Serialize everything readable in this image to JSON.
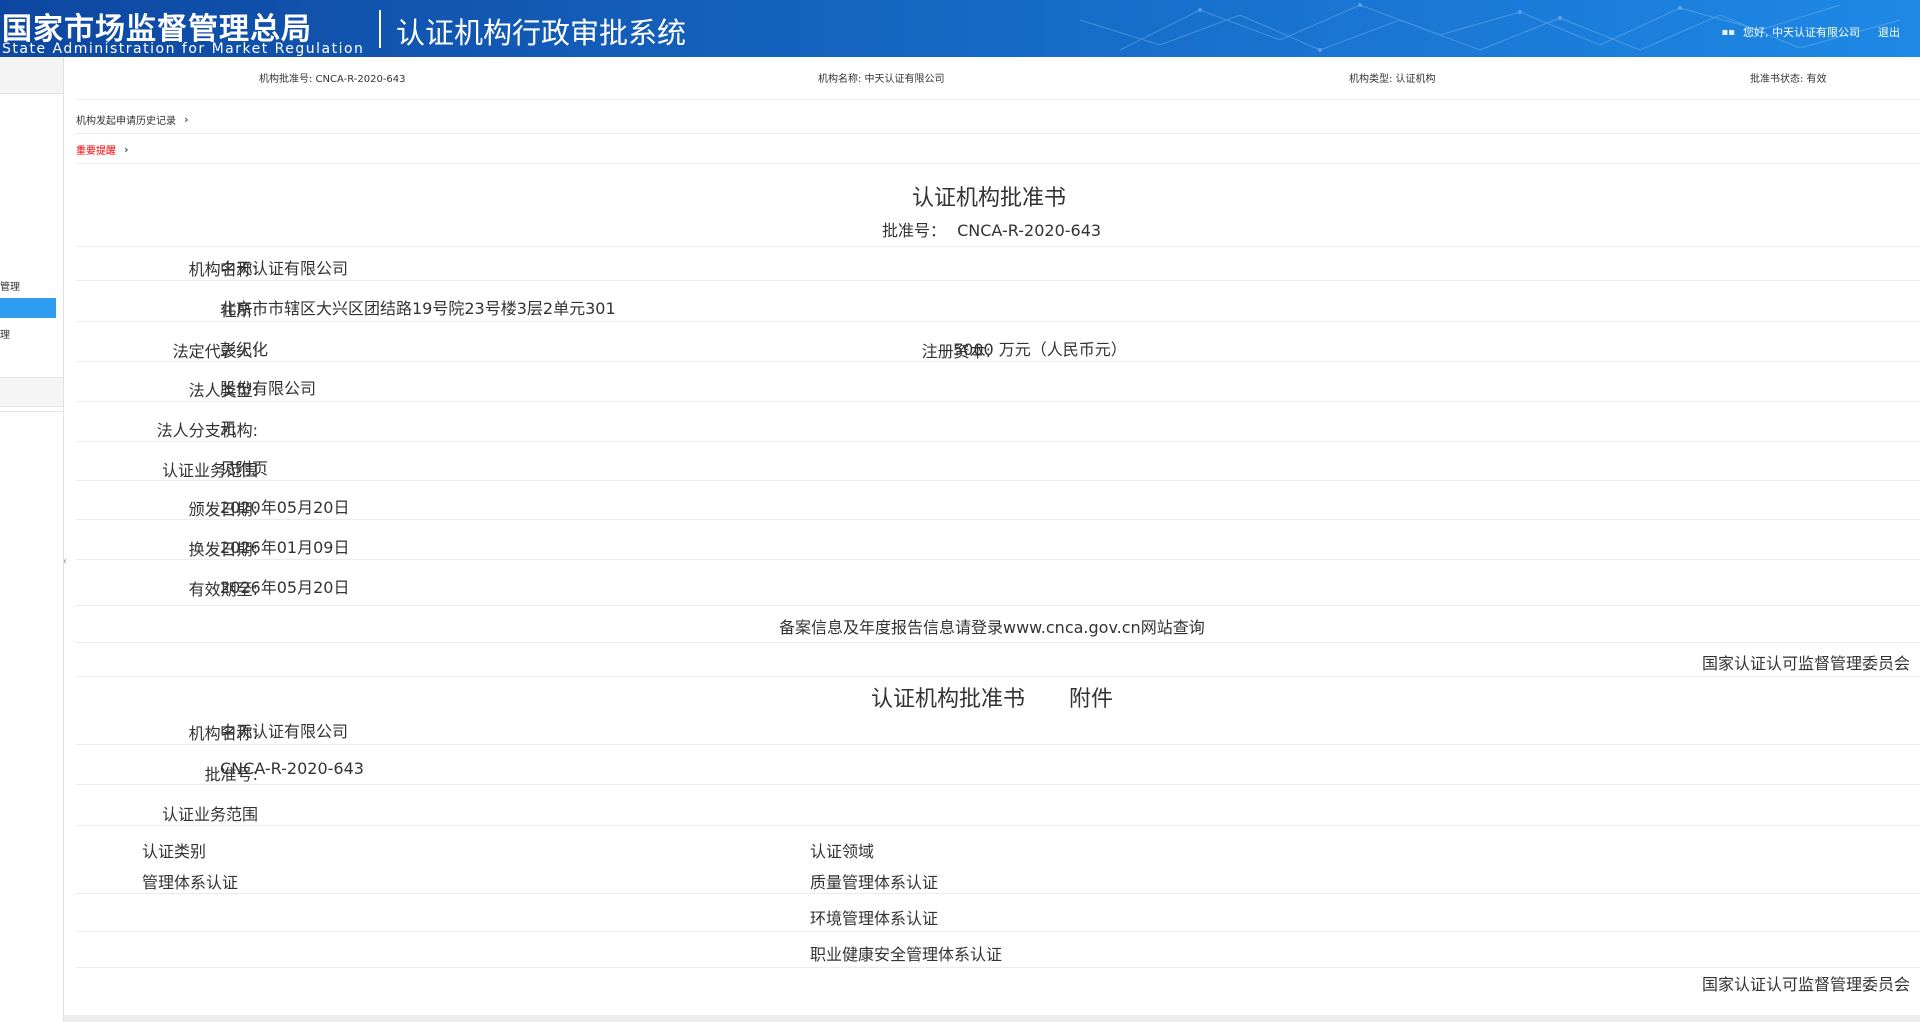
{
  "header": {
    "org_name_cn": "国家市场监督管理总局",
    "org_name_en": "State Administration  for  Market Regulation",
    "system_title": "认证机构行政审批系统",
    "greeting": "您好, 中天认证有限公司",
    "logout": "退出"
  },
  "sidebar": {
    "items": [
      {
        "label": "管理"
      },
      {
        "label": ""
      },
      {
        "label": "理"
      }
    ]
  },
  "info_bar": {
    "approval_no": "机构批准号:  CNCA-R-2020-643",
    "org_name": "机构名称:  中天认证有限公司",
    "org_type": "机构类型:  认证机构",
    "status": "批准书状态:   有效"
  },
  "breadcrumbs": {
    "history": "机构发起申请历史记录",
    "important": "重要提醒"
  },
  "certificate": {
    "title": "认证机构批准书",
    "approval_no_label": "批准号：",
    "approval_no": "CNCA-R-2020-643",
    "fields": {
      "org_name_label": "机构名称:",
      "org_name": "中天认证有限公司",
      "address_label": "住所:",
      "address": "北京市市辖区大兴区团结路19号院23号楼3层2单元301",
      "legal_rep_label": "法定代表人:",
      "legal_rep": "彭纪化",
      "capital_label": "注册资本:",
      "capital": "5000 万元（人民币元）",
      "legal_type_label": "法人类型:",
      "legal_type": "股份有限公司",
      "branch_label": "法人分支机构:",
      "branch": "无",
      "scope_label": "认证业务范围",
      "scope": "见附页",
      "issue_label": "颁发日期:",
      "issue_date": "2020年05月20日",
      "reissue_label": "换发日期:",
      "reissue_date": "2026年01月09日",
      "valid_label": "有效期至:",
      "valid_date": "2026年05月20日"
    },
    "notice": "备案信息及年度报告信息请登录www.cnca.gov.cn网站查询",
    "issuer": "国家认证认可监督管理委员会"
  },
  "attachment": {
    "title": "认证机构批准书　　附件",
    "org_name_label": "机构名称:",
    "org_name": "中天认证有限公司",
    "approval_label": "批准号:",
    "approval_no": "CNCA-R-2020-643",
    "scope_label": "认证业务范围",
    "col_category": "认证类别",
    "col_field": "认证领域",
    "category": "管理体系认证",
    "fields": [
      "质量管理体系认证",
      "环境管理体系认证",
      "职业健康安全管理体系认证"
    ],
    "issuer": "国家认证认可监督管理委员会"
  }
}
